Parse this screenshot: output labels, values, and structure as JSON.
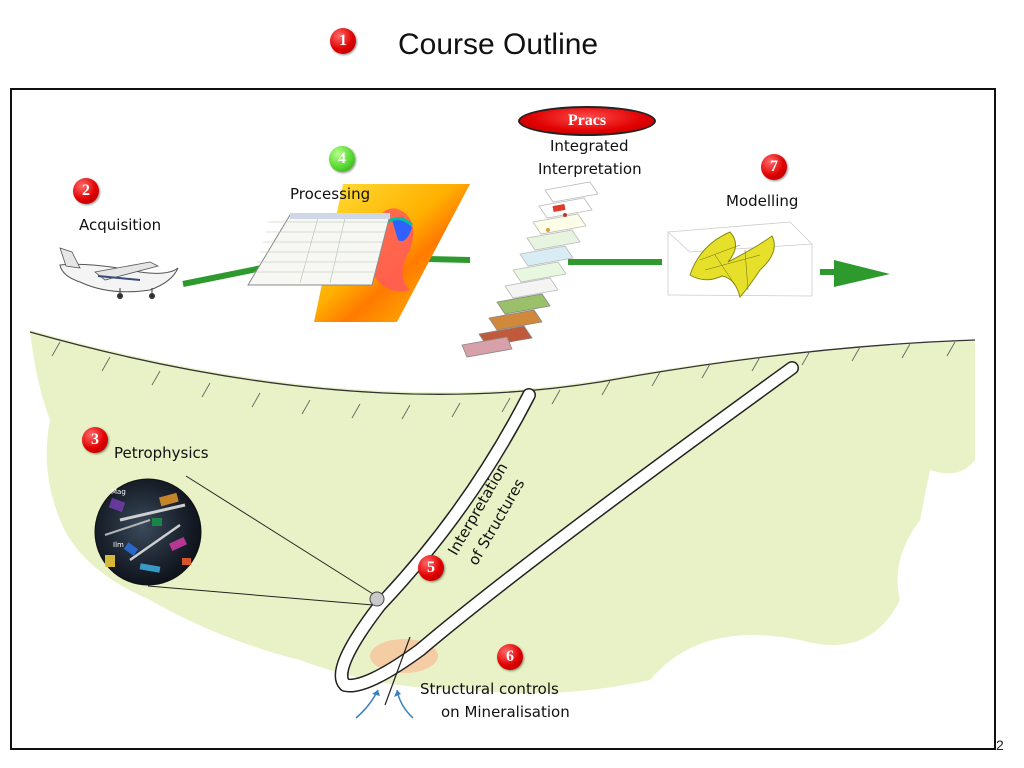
{
  "title": {
    "number": "1",
    "text": "Course Outline"
  },
  "stages": [
    {
      "number": "2",
      "label": "Acquisition"
    },
    {
      "number": "3",
      "label": "Petrophysics"
    },
    {
      "number": "4",
      "label": "Processing"
    },
    {
      "number": "5",
      "label_line1": "Interpretation",
      "label_line2": "of Structures"
    },
    {
      "number": "6",
      "label_line1": "Structural controls",
      "label_line2": "on Mineralisation"
    },
    {
      "number": "7",
      "label": "Modelling"
    }
  ],
  "pracs": {
    "badge": "Pracs",
    "label_line1": "Integrated",
    "label_line2": "Interpretation"
  },
  "thin_section": {
    "label_mag": "Mag",
    "label_ilm": "Ilm"
  },
  "page_number": "2",
  "colors": {
    "arrow_green": "#2e9a2e",
    "ground_fill": "#e9f2c6",
    "badge_red": "#e00000",
    "badge_green": "#58d832"
  },
  "icons": [
    "airplane-icon",
    "processing-image",
    "map-stack-image",
    "3d-model-image",
    "thin-section-image",
    "drillhole-icon"
  ]
}
